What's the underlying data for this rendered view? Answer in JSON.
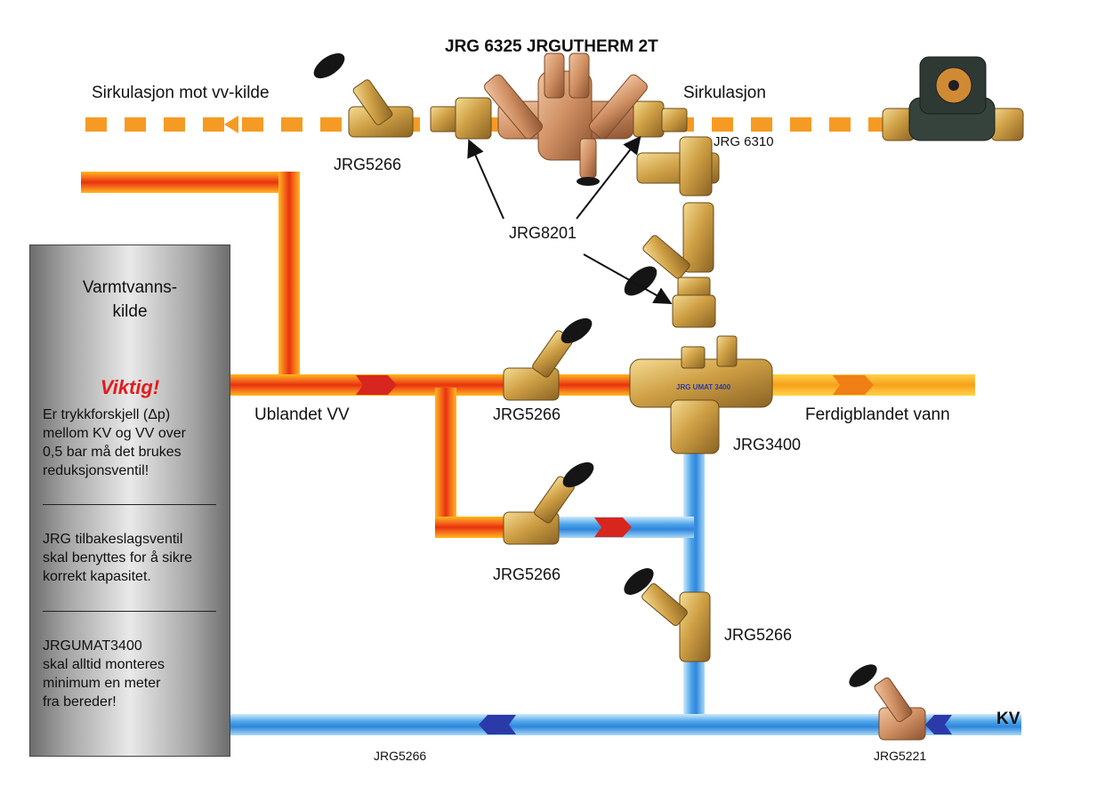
{
  "labels": {
    "title": "JRG 6325 JRGUTHERM 2T",
    "circ_to_source": "Sirkulasjon mot vv-kilde",
    "circulation": "Sirkulasjon",
    "jrg6310": "JRG 6310",
    "jrg5266_top": "JRG5266",
    "jrg8201": "JRG8201",
    "unmixed": "Ublandet VV",
    "jrg5266_mid": "JRG5266",
    "mixed": "Ferdigblandet vann",
    "jrg3400": "JRG3400",
    "jrg5266_low": "JRG5266",
    "jrg5266_right": "JRG5266",
    "jrg5266_bottom": "JRG5266",
    "kv": "KV",
    "jrg5221": "JRG5221"
  },
  "tank": {
    "title_line1": "Varmtvanns-",
    "title_line2": "kilde",
    "important": "Viktig!",
    "note1": [
      "Er trykkforskjell  (Δp)",
      "mellom KV og VV over",
      "0,5 bar må det brukes",
      "reduksjonsventil!"
    ],
    "note2": [
      "JRG tilbakeslagsventil",
      "skal benyttes for å sikre",
      "korrekt kapasitet."
    ],
    "note3": [
      "JRGUMAT3400",
      "skal alltid monteres",
      "minimum en meter",
      "fra bereder!"
    ]
  },
  "mixer_plate": "JRG UMAT 3400",
  "colors": {
    "hot": "#e63b10",
    "hot_edge": "#ffc21a",
    "cold": "#2f8fe0",
    "cold_edge": "#b5def8",
    "mixed": "#f7a51a",
    "circulation": "#f59b24",
    "brass": "#c89a3a",
    "bronze": "#c98a62",
    "arrow_hot": "#d7261e",
    "arrow_cold": "#2b3aa8",
    "arrow_mixed": "#f07f16"
  },
  "icons": [
    "valve-icon",
    "handwheel-icon",
    "mixer-valve-icon",
    "pump-icon",
    "union-fitting-icon",
    "tee-fitting-icon",
    "flow-arrow-icon",
    "pointer-arrow-icon"
  ]
}
